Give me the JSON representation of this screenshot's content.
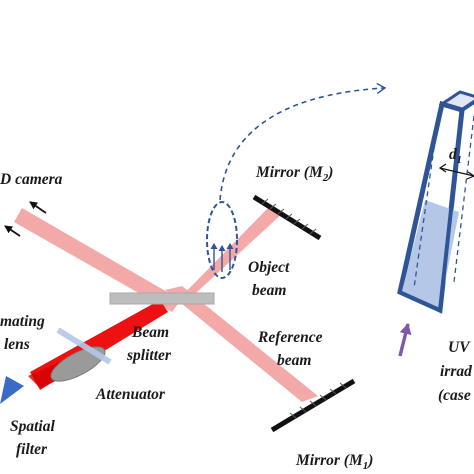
{
  "labels": {
    "camera": "D camera",
    "mirror2_main": "Mirror (M",
    "mirror2_sub": "2",
    "mirror1_main": "Mirror (M",
    "mirror1_sub": "1",
    "paren_close": ")",
    "object_line1": "Object",
    "object_line2": "beam",
    "reference_line1": "Reference",
    "reference_line2": "beam",
    "beam_splitter_line1": "Beam",
    "beam_splitter_line2": "splitter",
    "collimating_line1": "mating",
    "collimating_line2": "lens",
    "attenuator": "Attenuator",
    "spatial_filter_line1": "Spatial",
    "spatial_filter_line2": "filter",
    "uv_line1": "UV",
    "uv_line2": "irrad",
    "uv_line3": "(case",
    "thickness_main": "d",
    "thickness_sub": "1"
  },
  "colors": {
    "laser_beam": "#ee1111",
    "split_beam": "#f3a0a0",
    "cuvette_edge": "#2f5597",
    "cuvette_fill": "#b4c7e7",
    "object_beam_marker": "#2f5597",
    "uv_arrow": "#7d5aa8",
    "filter_cone": "#3a6bc8"
  },
  "icons": {
    "uv_source_arrow": "arrow-up-icon",
    "camera_direction": "arrow-icon"
  }
}
